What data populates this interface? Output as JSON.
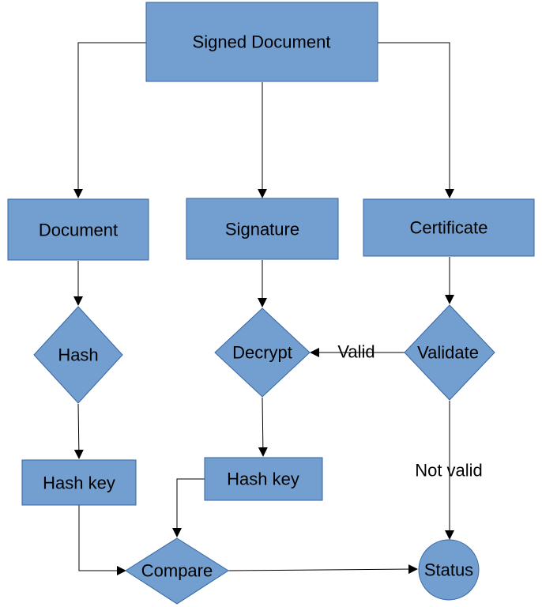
{
  "diagram": {
    "nodes": {
      "signed_document": {
        "label": "Signed Document"
      },
      "document": {
        "label": "Document"
      },
      "signature": {
        "label": "Signature"
      },
      "certificate": {
        "label": "Certificate"
      },
      "hash": {
        "label": "Hash"
      },
      "decrypt": {
        "label": "Decrypt"
      },
      "validate": {
        "label": "Validate"
      },
      "hash_key_left": {
        "label": "Hash key"
      },
      "hash_key_mid": {
        "label": "Hash key"
      },
      "compare": {
        "label": "Compare"
      },
      "status": {
        "label": "Status"
      }
    },
    "edges": {
      "valid": {
        "label": "Valid"
      },
      "not_valid": {
        "label": "Not valid"
      }
    },
    "colors": {
      "node_fill": "#729fcf",
      "node_stroke": "#3465a4",
      "line": "#000000"
    }
  }
}
